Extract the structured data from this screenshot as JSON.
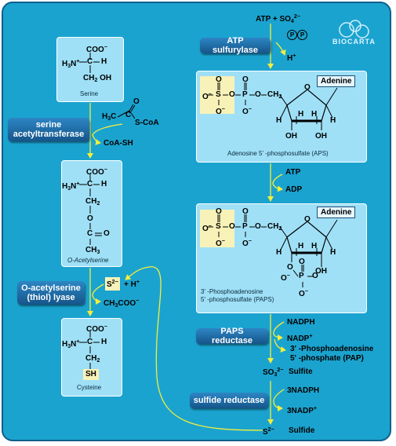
{
  "brand": {
    "name": "BIOCARTA"
  },
  "colors": {
    "background": "#1ba3cf",
    "box": "#9fe0f6",
    "enzyme": "#1a5f97",
    "arrow": "#f2ef3c"
  },
  "enzymes": {
    "atp_sulfurylase": "ATP sulfurylase",
    "serine_acetyltransferase_1": "serine",
    "serine_acetyltransferase_2": "acetyltransferase",
    "oas_lyase_1": "O-acetylserine",
    "oas_lyase_2": "(thiol) lyase",
    "paps_reductase": "PAPS reductase",
    "sulfide_reductase": "sulfide reductase"
  },
  "compounds": {
    "serine": "Serine",
    "o_acetylserine": "O-Acetylserine",
    "cysteine": "Cysteine",
    "aps": "Adenosine 5' -phosphosulfate (APS)",
    "paps_1": "3' -Phosphoadenosine",
    "paps_2": "5' -phosphosulfate (PAPS)",
    "adenine": "Adenine",
    "sulfite": "Sulfite",
    "sulfide": "Sulfide"
  },
  "cofactors": {
    "atp_so4": "ATP + SO",
    "ppi": "PP",
    "h_plus": "H",
    "acetyl_coa": "S-CoA",
    "coa_sh": "CoA-SH",
    "atp": "ATP",
    "adp": "ADP",
    "s2_plus_h": "+ H",
    "acetate": "CH3COO",
    "nadph": "NADPH",
    "nadp": "NADP",
    "pap_1": "3' -Phosphoadenosine",
    "pap_2": "5' -phosphate (PAP)",
    "three_nadph": "3NADPH",
    "three_nadp": "3NADP"
  }
}
